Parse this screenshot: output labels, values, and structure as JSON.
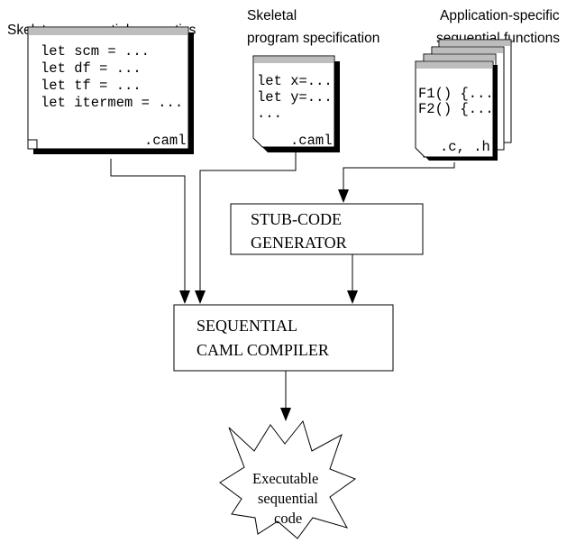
{
  "captions": {
    "skeleton_semantics": "Skeleton sequential semantics",
    "skeletal_spec_line1": "Skeletal",
    "skeletal_spec_line2": "program specification",
    "app_specific_line1": "Application-specific",
    "app_specific_line2": "sequential functions"
  },
  "doc_semantics": {
    "lines": [
      "let scm = ...",
      "let df = ...",
      "let tf = ...",
      "let itermem = ..."
    ],
    "ext": ".caml"
  },
  "doc_spec": {
    "lines": [
      "let x=...",
      "let y=...",
      "..."
    ],
    "ext": ".caml"
  },
  "doc_functions": {
    "lines": [
      "F1() {...",
      "F2() {..."
    ],
    "ext": ".c, .h"
  },
  "stub_generator": {
    "line1": "STUB-CODE",
    "line2": "GENERATOR"
  },
  "compiler": {
    "line1": "SEQUENTIAL",
    "line2": "CAML COMPILER"
  },
  "output": {
    "line1": "Executable",
    "line2": "sequential",
    "line3": "code"
  }
}
